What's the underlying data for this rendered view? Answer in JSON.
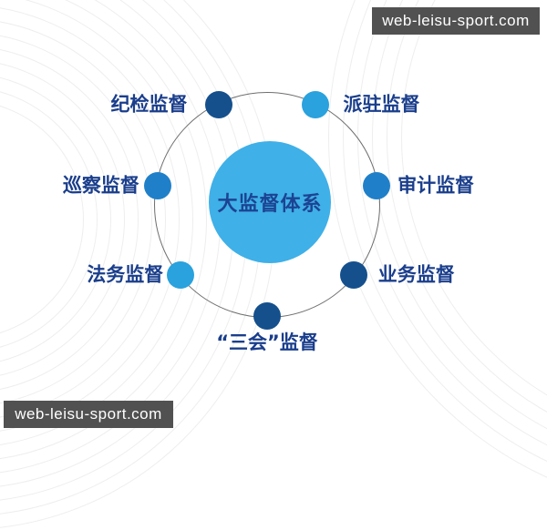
{
  "watermarks": {
    "top_right": "web-leisu-sport.com",
    "bottom_left": "web-leisu-sport.com"
  },
  "diagram": {
    "center": {
      "label": "大监督体系"
    },
    "nodes": [
      {
        "id": "jijian",
        "label": "纪检监督",
        "angle_deg": -26,
        "color": "#15508d",
        "side": "left"
      },
      {
        "id": "paizhu",
        "label": "派驻监督",
        "angle_deg": 26,
        "color": "#29a2dd",
        "side": "right"
      },
      {
        "id": "shenji",
        "label": "审计监督",
        "angle_deg": 80,
        "color": "#1f80c9",
        "side": "right"
      },
      {
        "id": "yewu",
        "label": "业务监督",
        "angle_deg": 129,
        "color": "#15508d",
        "side": "right"
      },
      {
        "id": "sanhui",
        "label": "“三会”监督",
        "angle_deg": 180,
        "color": "#15508d",
        "side": "bottom"
      },
      {
        "id": "fawu",
        "label": "法务监督",
        "angle_deg": -129,
        "color": "#29a2dd",
        "side": "left"
      },
      {
        "id": "xuncha",
        "label": "巡察监督",
        "angle_deg": -80,
        "color": "#1f80c9",
        "side": "left"
      }
    ],
    "colors": {
      "center_fill": "#3fb0e8",
      "center_text": "#1c4392",
      "label_text": "#1a3e8c",
      "ring_line": "#6e6e6e",
      "node_dark": "#15508d",
      "node_medium": "#1f80c9",
      "node_light": "#29a2dd",
      "watermark_bg": "#515151",
      "watermark_text": "#ffffff"
    }
  }
}
